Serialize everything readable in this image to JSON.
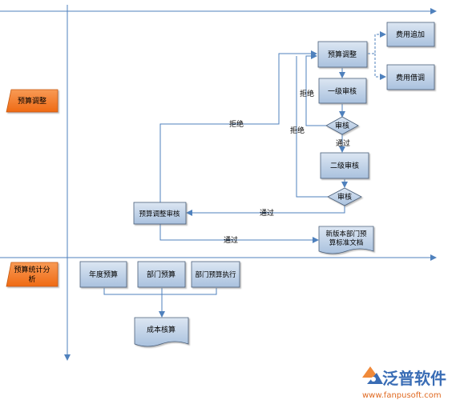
{
  "lanes": {
    "adjust": "预算调整",
    "analysis_line1": "预算统计分",
    "analysis_line2": "析"
  },
  "nodes": {
    "budget_adjust": "预算调整",
    "level1_review": "一级审核",
    "decision1": "审核",
    "level2_review": "二级审核",
    "decision2": "审核",
    "adjust_review": "预算调整审核",
    "expense_add": "费用追加",
    "expense_borrow": "费用借调",
    "new_doc_line1": "新版本部门预",
    "new_doc_line2": "算标准文档",
    "annual_budget": "年度预算",
    "dept_budget": "部门预算",
    "dept_exec": "部门预算执行",
    "cost_accounting": "成本核算"
  },
  "edges": {
    "reject_top": "拒绝",
    "reject_1": "拒绝",
    "reject_2": "拒绝",
    "pass_1": "通过",
    "pass_2": "通过",
    "pass_3": "通过"
  },
  "brand": {
    "name": "泛普软件",
    "url": "www.fanpusoft.com"
  },
  "colors": {
    "box_fill": "#b8cce4",
    "lane_fill": "#f57c2b",
    "line": "#4f81bd"
  }
}
